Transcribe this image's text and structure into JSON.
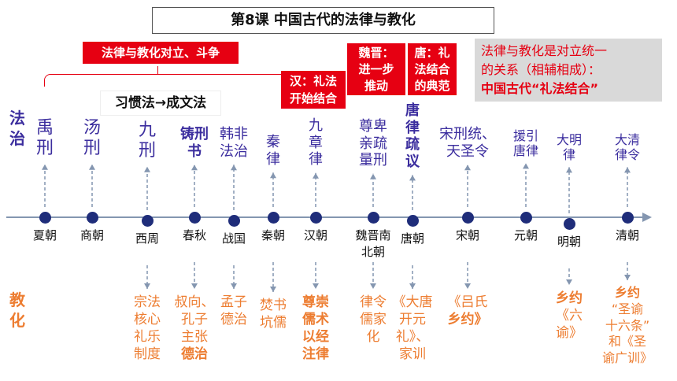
{
  "title": "第8课   中国古代的法律与教化",
  "header_boxes": {
    "conflict": "法律与教化对立、斗争",
    "han": [
      "汉：礼法",
      "开始结合"
    ],
    "weijin": [
      "魏晋：",
      "进一步",
      "推动"
    ],
    "tang": [
      "唐：礼",
      "法结合",
      "的典范"
    ]
  },
  "summary": {
    "line1": "法律与教化是对立统一",
    "line2": "的关系（相辅相成）：",
    "line3": "中国古代“礼法结合”"
  },
  "habit_label": "习惯法→成文法",
  "side_labels": {
    "law": [
      "法",
      "治"
    ],
    "education": [
      "教",
      "化"
    ]
  },
  "colors": {
    "law": "#3b2d9e",
    "education": "#ed7d31",
    "highlight": "#e60012",
    "axis": "#8496b0"
  },
  "dynasties": [
    {
      "name": [
        "夏朝"
      ],
      "law": [
        "禹",
        "刑"
      ],
      "edu": []
    },
    {
      "name": [
        "商朝"
      ],
      "law": [
        "汤",
        "刑"
      ],
      "edu": []
    },
    {
      "name": [
        "西周"
      ],
      "law": [
        "九",
        "刑"
      ],
      "edu": [
        "宗法",
        "核心",
        "礼乐",
        "制度"
      ]
    },
    {
      "name": [
        "春秋"
      ],
      "law": [
        "铸刑",
        "书"
      ],
      "edu": [
        "叔向、",
        "孔子",
        "主张",
        "德治"
      ]
    },
    {
      "name": [
        "战国"
      ],
      "law": [
        "韩非",
        "法治"
      ],
      "edu": [
        "孟子",
        "德治"
      ]
    },
    {
      "name": [
        "秦朝"
      ],
      "law": [
        "秦",
        "律"
      ],
      "edu": [
        "焚书",
        "坑儒"
      ]
    },
    {
      "name": [
        "汉朝"
      ],
      "law": [
        "九",
        "章",
        "律"
      ],
      "edu": [
        "尊崇",
        "儒术",
        "以经",
        "注律"
      ]
    },
    {
      "name": [
        "魏晋南",
        "北朝"
      ],
      "law": [
        "尊卑",
        "亲疏",
        "量刑"
      ],
      "edu": [
        "律令",
        "儒家",
        "化"
      ]
    },
    {
      "name": [
        "唐朝"
      ],
      "law": [
        "唐",
        "律",
        "疏",
        "议"
      ],
      "edu": [
        "《大唐",
        "开元",
        "礼》、",
        "家训"
      ]
    },
    {
      "name": [
        "宋朝"
      ],
      "law": [
        "宋刑统、",
        "天圣令"
      ],
      "edu": [
        "《吕氏",
        "乡约》"
      ]
    },
    {
      "name": [
        "元朝"
      ],
      "law": [
        "援引",
        "唐律"
      ],
      "edu": []
    },
    {
      "name": [
        "明朝"
      ],
      "law": [
        "大明",
        "律"
      ],
      "edu": [
        "乡约",
        "《六",
        "谕》"
      ]
    },
    {
      "name": [
        "清朝"
      ],
      "law": [
        "大清",
        "律令"
      ],
      "edu": [
        "乡约",
        "“圣谕",
        "十六条”",
        "和《圣",
        "谕广训》"
      ]
    }
  ]
}
